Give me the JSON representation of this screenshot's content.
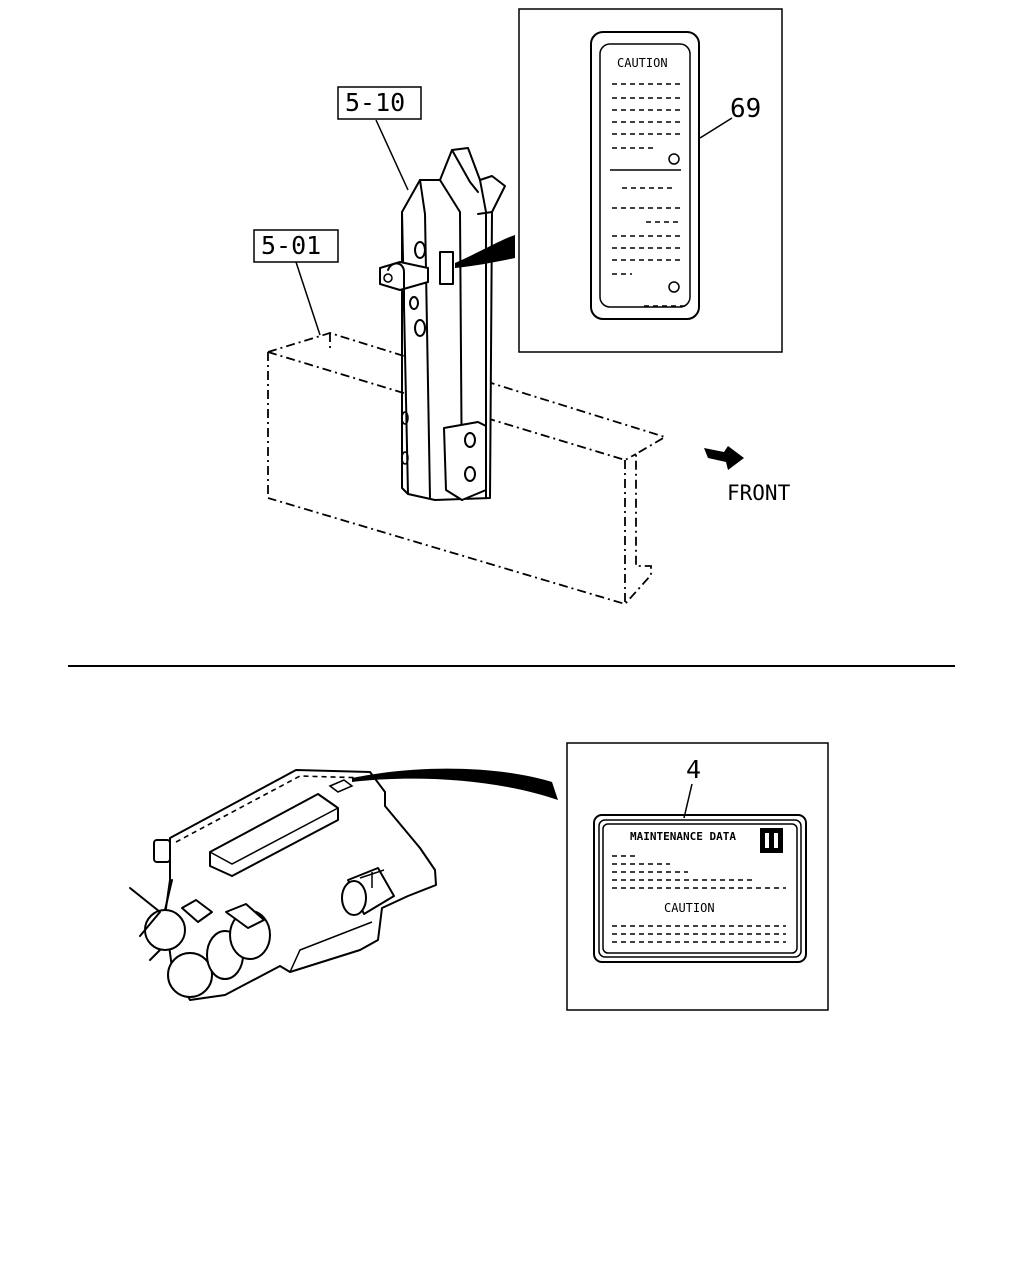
{
  "callouts": {
    "ref_5_10": "5-10",
    "ref_5_01": "5-01",
    "part_69": "69",
    "part_4": "4"
  },
  "direction": {
    "front_label": "FRONT"
  },
  "caution_plate": {
    "title": "CAUTION"
  },
  "maintenance_plate": {
    "title": "MAINTENANCE DATA",
    "logo_mark": "isuzu-logo-icon",
    "caution_label": "CAUTION"
  }
}
